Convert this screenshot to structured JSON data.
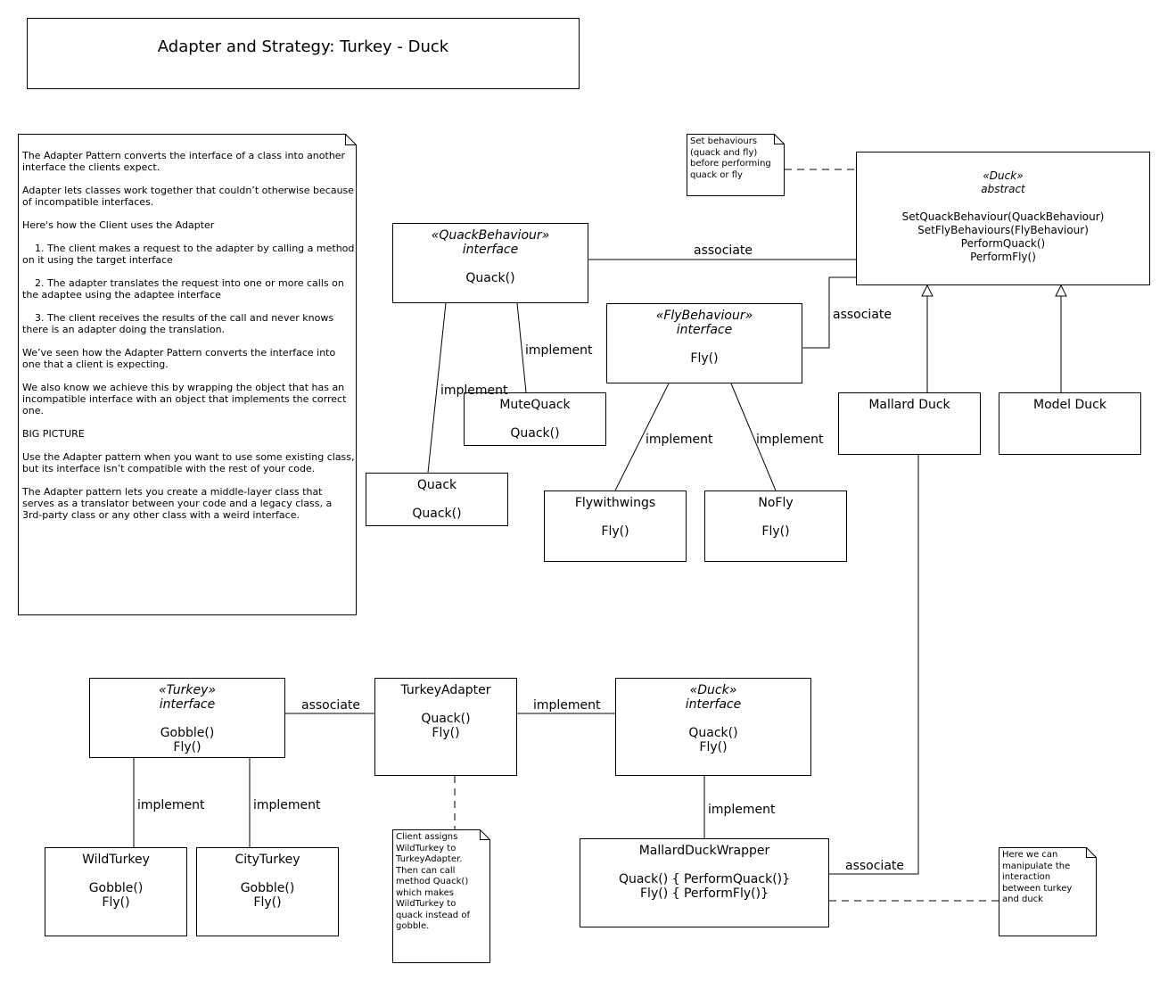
{
  "title": "Adapter and Strategy: Turkey - Duck",
  "explanation_note": [
    "The Adapter Pattern converts the interface of a class into another interface the clients expect.",
    "Adapter lets classes work together that couldn’t otherwise because of incompatible interfaces.",
    "",
    "Here's how the Client uses the Adapter",
    "    1. The client makes a request to the adapter by calling a method on it using the target interface",
    "    2. The adapter translates the request into one or more calls on the adaptee using the adaptee interface",
    "    3. The client receives the results of the call and never knows there is an adapter doing the translation.",
    "We’ve seen how the Adapter Pattern converts the interface into one that a client is expecting.",
    "We also know we achieve this by wrapping the object that has an incompatible interface with an object that implements the correct one.",
    "BIG PICTURE",
    "Use the Adapter pattern when you want to use some existing class, but its interface isn’t compatible with the rest of your code.",
    "The Adapter pattern lets you create a middle-layer class that serves as a translator between your code and a legacy class, a 3rd-party class or any other class with a weird interface."
  ],
  "notes": {
    "set_behaviours": "Set behaviours\n(quack and fly)\nbefore performing\nquack or fly",
    "client_assigns": "Client assigns\nWildTurkey to\nTurkeyAdapter.\nThen can call\nmethod Quack()\nwhich makes\nWildTurkey to\nquack instead of\ngobble.",
    "manipulate": "Here we can\nmanipulate the\ninteraction\nbetween turkey\nand duck"
  },
  "classes": {
    "duck_abstract": {
      "stereotype": "«Duck»",
      "kind": "abstract",
      "ops": [
        "SetQuackBehaviour(QuackBehaviour)",
        "SetFlyBehaviours(FlyBehaviour)",
        "PerformQuack()",
        "PerformFly()"
      ]
    },
    "quack_behaviour": {
      "stereotype": "«QuackBehaviour»",
      "kind": "interface",
      "ops": [
        "Quack()"
      ]
    },
    "fly_behaviour": {
      "stereotype": "«FlyBehaviour»",
      "kind": "interface",
      "ops": [
        "Fly()"
      ]
    },
    "mute_quack": {
      "name": "MuteQuack",
      "ops": [
        "Quack()"
      ]
    },
    "quack": {
      "name": "Quack",
      "ops": [
        "Quack()"
      ]
    },
    "fly_with_wings": {
      "name": "Flywithwings",
      "ops": [
        "Fly()"
      ]
    },
    "no_fly": {
      "name": "NoFly",
      "ops": [
        "Fly()"
      ]
    },
    "mallard_duck": {
      "name": "Mallard Duck"
    },
    "model_duck": {
      "name": "Model Duck"
    },
    "turkey": {
      "stereotype": "«Turkey»",
      "kind": "interface",
      "ops": [
        "Gobble()",
        "Fly()"
      ]
    },
    "turkey_adapter": {
      "name": "TurkeyAdapter",
      "ops": [
        "Quack()",
        "Fly()"
      ]
    },
    "duck_interface": {
      "stereotype": "«Duck»",
      "kind": "interface",
      "ops": [
        "Quack()",
        "Fly()"
      ]
    },
    "wild_turkey": {
      "name": "WildTurkey",
      "ops": [
        "Gobble()",
        "Fly()"
      ]
    },
    "city_turkey": {
      "name": "CityTurkey",
      "ops": [
        "Gobble()",
        "Fly()"
      ]
    },
    "mallard_wrapper": {
      "name": "MallardDuckWrapper",
      "ops": [
        "Quack() { PerformQuack()}",
        "Fly() { PerformFly()}"
      ]
    }
  },
  "relations": {
    "associate": "associate",
    "implement": "implement"
  }
}
